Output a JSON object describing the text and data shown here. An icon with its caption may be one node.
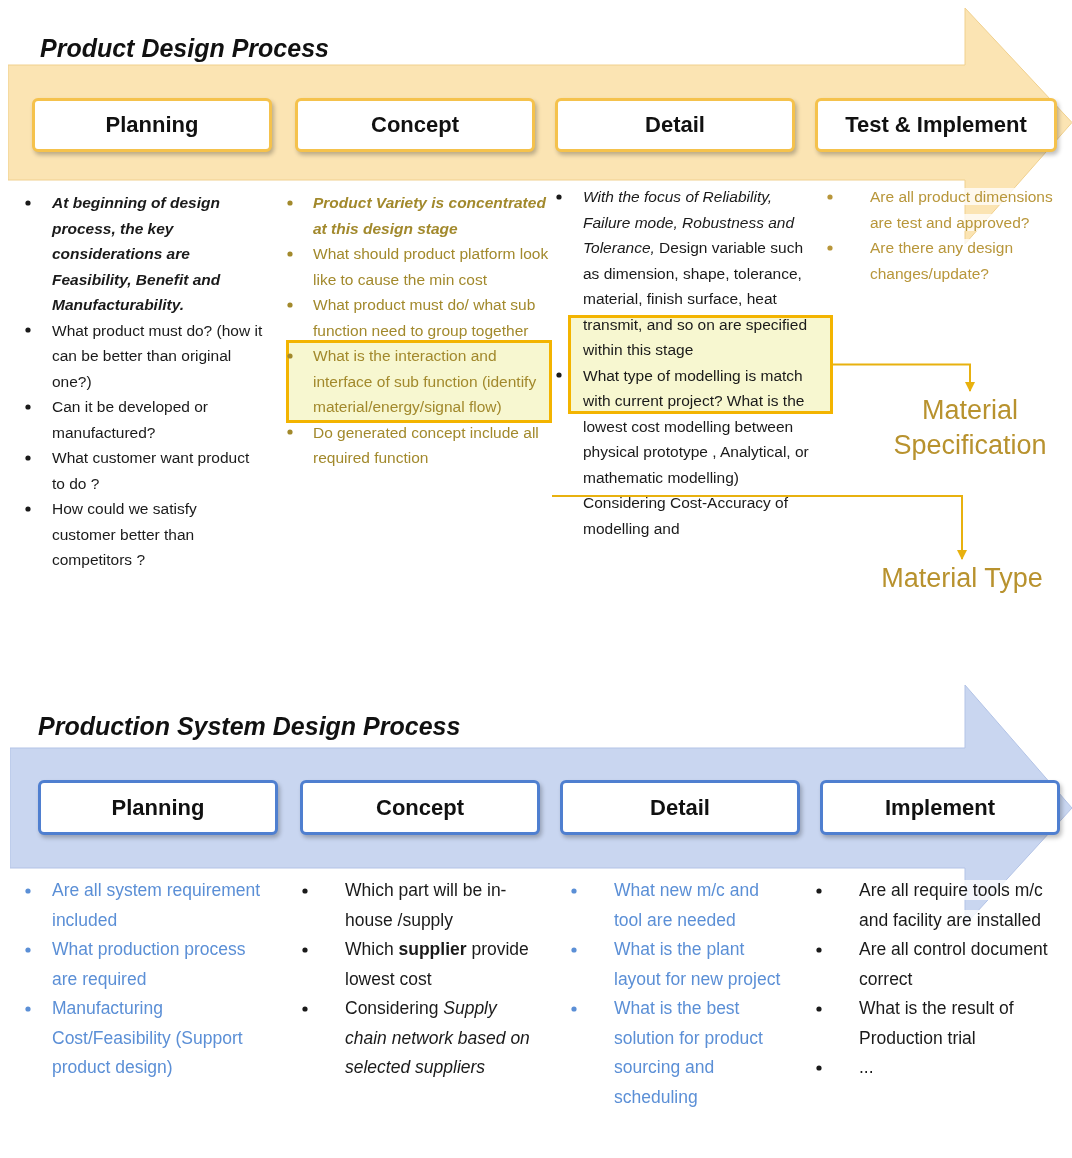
{
  "diagram": {
    "nodes": [
      {
        "text": [
          "Product Design Process"
        ]
      },
      {
        "text": [
          "Planning"
        ],
        "in": 0
      },
      {
        "text": [
          "Concept"
        ],
        "in": 0
      },
      {
        "text": [
          "Detail"
        ],
        "in": 0
      },
      {
        "text": [
          "Test & Implement"
        ],
        "in": 0
      },
      {
        "text": [],
        "shape": "box"
      },
      {
        "text": [],
        "shape": "box"
      },
      {
        "text": [
          "Material Specification"
        ]
      },
      {
        "text": [
          "Material Type"
        ]
      },
      {
        "text": [
          "Production System Design Process"
        ]
      },
      {
        "text": [
          "Planning"
        ],
        "in": 9
      },
      {
        "text": [
          "Concept"
        ],
        "in": 9
      },
      {
        "text": [
          "Detail"
        ],
        "in": 9
      },
      {
        "text": [
          "Implement"
        ],
        "in": 9
      }
    ],
    "edges": [
      {
        "from": 6,
        "to": 7,
        "arrow": "to"
      },
      {
        "from": 5,
        "to": 8,
        "arrow": "to"
      }
    ],
    "labels": [
      "At beginning of design process, the key considerations are Feasibility, Benefit and Manufacturability.",
      "What product must do? (how it can be better than original one?)",
      "Can it be developed or manufactured?",
      "What customer want product to do ?",
      "How could we satisfy customer better than competitors ?",
      "Product Variety is concentrated at this design stage",
      "What should product platform look like to cause the min cost",
      "What product must do/ what sub function need to group together",
      "What is the interaction and interface of sub function (identify material/energy/signal flow)",
      "Do generated concept include all required function",
      "*With the focus of Reliability, Failure mode, Robustness and Tolerance,* Design variable such as dimension, shape, tolerance, material, finish surface, heat transmit, and so on are specified within this stage",
      "What type of modelling is match with current project? What is the lowest cost modelling between physical prototype , Analytical, or mathematic modelling) Considering Cost-Accuracy of modelling and",
      "Are all product dimensions are test and approved?",
      "Are there any design changes/update?",
      "Are all system requirement included",
      "What production process are required",
      "Manufacturing Cost/Feasibility (Support product design)",
      "Which part will be in-house /supply",
      "Which **supplier** provide lowest cost",
      "Considering *Supply chain network based on selected suppliers*",
      "What new m/c and tool are needed",
      "What is the plant layout for new project",
      "What is the best solution for product sourcing and scheduling",
      "Are all require tools m/c and facility are installed",
      "Are all control document correct",
      "What is the result of Production trial",
      "..."
    ]
  }
}
